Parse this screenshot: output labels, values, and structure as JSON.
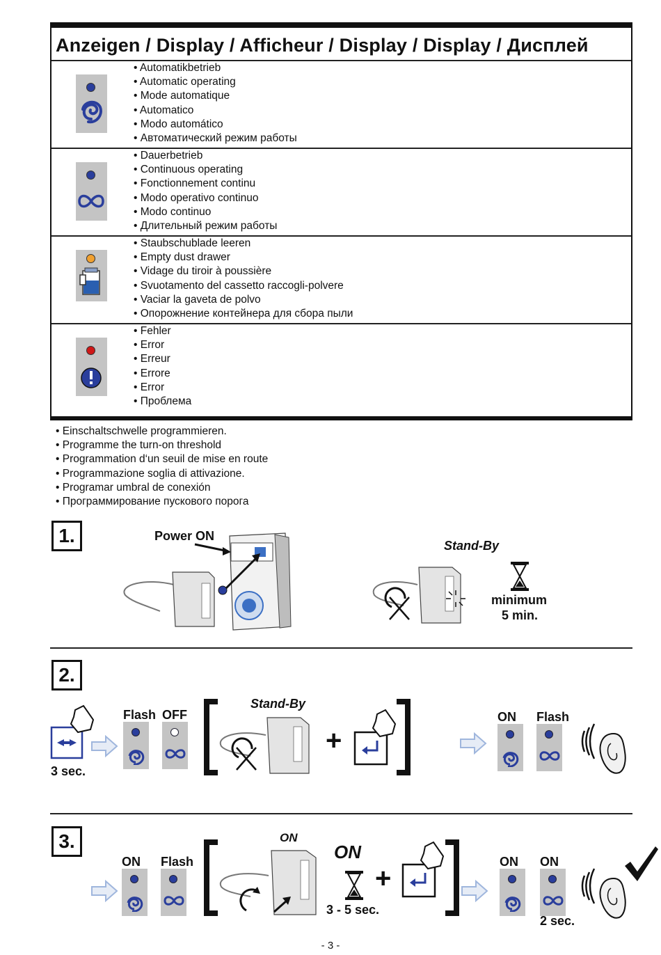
{
  "display_section": {
    "title": "Anzeigen / Display / Afficheur / Display / Display / Дисплей",
    "rows": [
      {
        "icon": "automatic-swirl-icon",
        "led_color": "#2a3e9c",
        "items": [
          "Automatikbetrieb",
          "Automatic operating",
          "Mode automatique",
          "Automatico",
          "Modo automático",
          "Автоматический режим работы"
        ]
      },
      {
        "icon": "infinity-icon",
        "led_color": "#2a3e9c",
        "items": [
          "Dauerbetrieb",
          "Continuous operating",
          "Fonctionnement continu",
          "Modo operativo continuo",
          "Modo continuo",
          "Длительный режим работы"
        ]
      },
      {
        "icon": "dust-drawer-icon",
        "led_color": "#f0a030",
        "items": [
          "Staubschublade leeren",
          "Empty dust drawer",
          "Vidage du tiroir à poussière",
          "Svuotamento del cassetto raccogli-polvere",
          "Vaciar la gaveta de polvo",
          "Опорожнение контейнера для сбора пыли"
        ]
      },
      {
        "icon": "error-exclamation-icon",
        "led_color": "#d01818",
        "items": [
          "Fehler",
          "Error",
          "Erreur",
          "Errore",
          "Error",
          "Проблема"
        ]
      }
    ]
  },
  "threshold_section": {
    "items": [
      "Einschaltschwelle programmieren.",
      "Programme the turn-on threshold",
      "Programmation d‘un seuil de mise en route",
      "Programmazione soglia di attivazione.",
      "Programar umbral de conexión",
      "Программирование пускового порога"
    ]
  },
  "step1": {
    "number": "1.",
    "power_on": "Power ON",
    "standby": "Stand-By",
    "minimum": "minimum",
    "duration": "5 min."
  },
  "step2": {
    "number": "2.",
    "hold": "3 sec.",
    "flash": "Flash",
    "off": "OFF",
    "standby": "Stand-By",
    "plus": "+",
    "on": "ON",
    "flash2": "Flash"
  },
  "step3": {
    "number": "3.",
    "on": "ON",
    "flash": "Flash",
    "device_on": "ON",
    "on_big": "ON",
    "duration": "3 - 5 sec.",
    "plus": "+",
    "on2": "ON",
    "on3": "ON",
    "hold2": "2 sec."
  },
  "page_number": "- 3 -",
  "colors": {
    "led_blue": "#2a3e9c",
    "panel_grey": "#c4c4c4",
    "arrow_blue": "#9fb6dd"
  }
}
